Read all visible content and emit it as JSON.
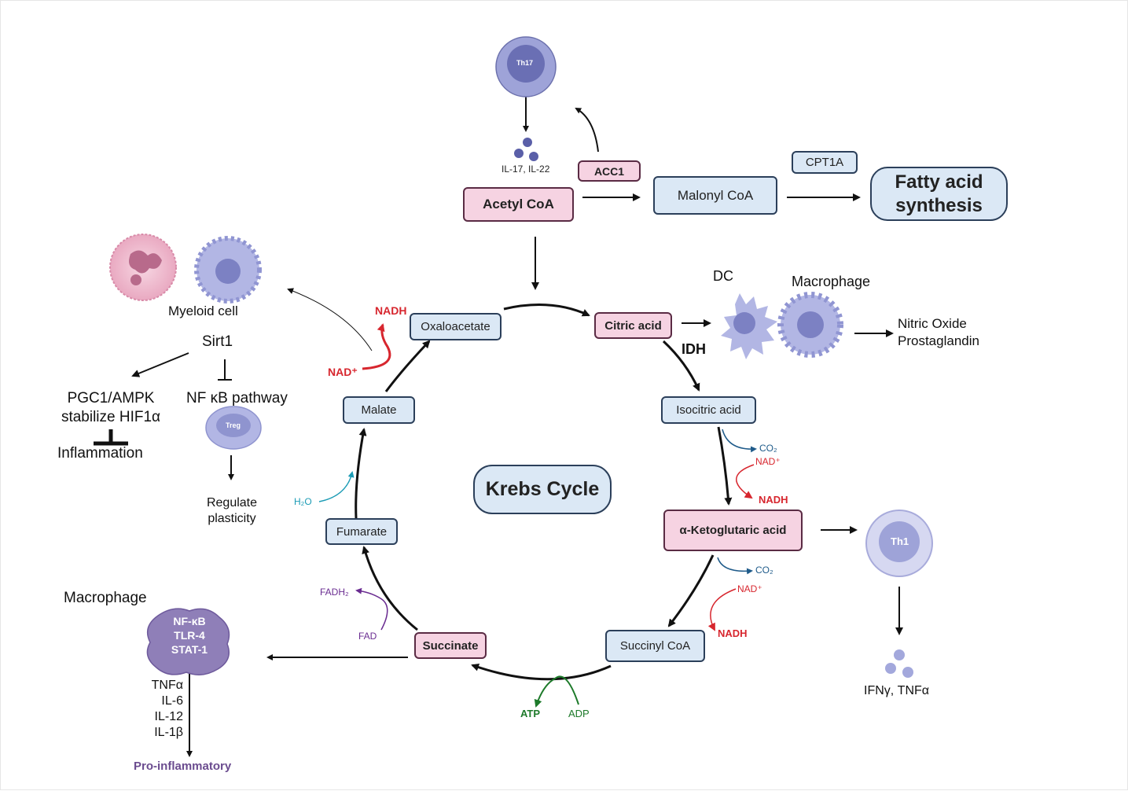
{
  "cycle": {
    "title": "Krebs Cycle",
    "oxaloacetate": "Oxaloacetate",
    "citric_acid": "Citric acid",
    "isocitric_acid": "Isocitric acid",
    "alpha_ketoglutaric": "α-Ketoglutaric acid",
    "succinyl_coa": "Succinyl CoA",
    "succinate": "Succinate",
    "fumarate": "Fumarate",
    "malate": "Malate",
    "idh": "IDH"
  },
  "cofactors": {
    "nadh": "NADH",
    "nad_plus": "NAD⁺",
    "co2": "CO₂",
    "h2o": "H₂O",
    "fad": "FAD",
    "fadh2": "FADH₂",
    "atp": "ATP",
    "adp": "ADP"
  },
  "top": {
    "th17": "Th17",
    "il17_il22": "IL-17, IL-22",
    "acc1": "ACC1",
    "acetyl_coa": "Acetyl CoA",
    "malonyl_coa": "Malonyl CoA",
    "cpt1a": "CPT1A",
    "fatty_acid_line1": "Fatty acid",
    "fatty_acid_line2": "synthesis"
  },
  "right": {
    "dc": "DC",
    "macrophage": "Macrophage",
    "nitric_oxide": "Nitric Oxide",
    "prostaglandin": "Prostaglandin",
    "th1": "Th1",
    "ifn_tnf": "IFNγ, TNFα"
  },
  "left": {
    "myeloid_cell": "Myeloid cell",
    "sirt1": "Sirt1",
    "pgc1_line1": "PGC1/AMPK",
    "pgc1_line2": "stabilize HIF1α",
    "inflammation": "Inflammation",
    "nfkb_pathway": "NF κB pathway",
    "treg": "Treg",
    "regulate_line1": "Regulate",
    "regulate_line2": "plasticity",
    "macrophage": "Macrophage",
    "nfkb": "NF-κB",
    "tlr4": "TLR-4",
    "stat1": "STAT-1",
    "tnfa": "TNFα",
    "il6": "IL-6",
    "il12": "IL-12",
    "il1b": "IL-1β",
    "pro_inflammatory": "Pro-inflammatory"
  },
  "colors": {
    "red": "#d7262e",
    "blue_arrow": "#1f5b8a",
    "teal": "#1b9bb5",
    "purple": "#6a2c91",
    "green": "#1d7a2a",
    "box_blue": "#dbe8f5",
    "box_pink": "#f6d3e2",
    "cell_purple": "#9ea3d8"
  }
}
